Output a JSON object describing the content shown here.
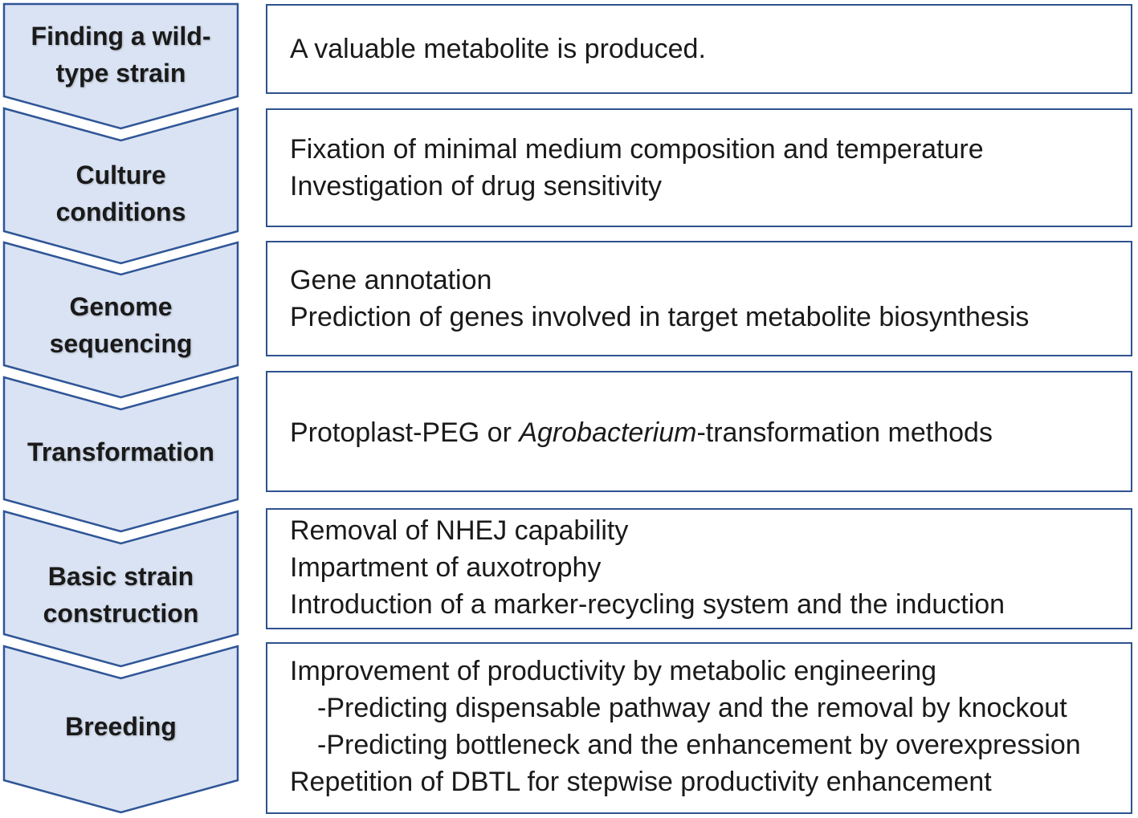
{
  "colors": {
    "arrow_fill": "#dae3f3",
    "arrow_stroke": "#2f5597",
    "box_stroke": "#2f528f",
    "text": "#1a1a1a"
  },
  "steps": [
    {
      "label": [
        "Finding a wild-",
        "type strain"
      ],
      "details": [
        "A valuable metabolite is produced."
      ]
    },
    {
      "label": [
        "Culture",
        "conditions"
      ],
      "details": [
        "Fixation of minimal medium composition and temperature",
        "Investigation of drug sensitivity"
      ]
    },
    {
      "label": [
        "Genome",
        "sequencing"
      ],
      "details": [
        "Gene annotation",
        "Prediction of genes involved in target metabolite biosynthesis"
      ]
    },
    {
      "label": [
        "Transformation"
      ],
      "details": [
        {
          "before": "Protoplast-PEG or ",
          "italic": "Agrobacterium",
          "after": "-transformation methods"
        }
      ]
    },
    {
      "label": [
        "Basic strain",
        "construction"
      ],
      "details": [
        "Removal of NHEJ capability",
        "Impartment of auxotrophy",
        "Introduction of a marker-recycling system and the induction"
      ]
    },
    {
      "label": [
        "Breeding"
      ],
      "details": [
        "Improvement of productivity by metabolic engineering",
        "-Predicting dispensable pathway and the removal by knockout",
        "-Predicting bottleneck and the enhancement by overexpression",
        "Repetition of DBTL for stepwise productivity enhancement"
      ]
    }
  ]
}
